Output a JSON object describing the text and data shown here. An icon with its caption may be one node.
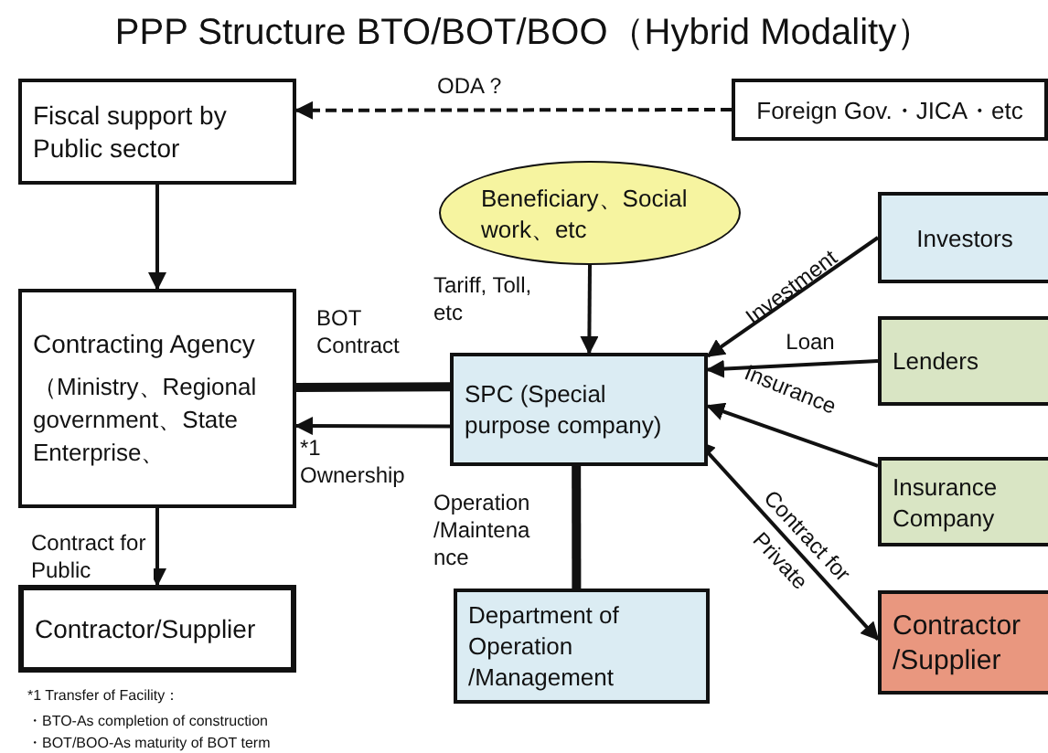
{
  "diagram": {
    "title": "PPP Structure BTO/BOT/BOO（Hybrid Modality）",
    "nodes": [
      {
        "text": [
          "Fiscal support by Public sector"
        ]
      },
      {
        "text": [
          "Foreign Gov.・JICA・etc"
        ]
      },
      {
        "text": [
          "Beneficiary、Social work、etc"
        ]
      },
      {
        "text": [
          "Investors"
        ]
      },
      {
        "text": [
          "Contracting Agency",
          "（Ministry、Regional government、State Enterprise、"
        ]
      },
      {
        "text": [
          "SPC (Special purpose company)"
        ]
      },
      {
        "text": [
          "Lenders"
        ]
      },
      {
        "text": [
          "Insurance Company"
        ]
      },
      {
        "text": [
          "Contractor/Supplier"
        ]
      },
      {
        "text": [
          "Department of Operation /Management"
        ]
      },
      {
        "text": [
          "Contractor /Supplier"
        ]
      }
    ],
    "edges": [
      {
        "from": 1,
        "to": 0,
        "arrow": "to",
        "label": "ODA？",
        "style": "dashed"
      },
      {
        "from": 0,
        "to": 4,
        "arrow": "to"
      },
      {
        "from": 2,
        "to": 5,
        "arrow": "to",
        "label": "Tariff, Toll, etc"
      },
      {
        "from": 4,
        "to": 5,
        "arrow": "none",
        "label": "BOT Contract",
        "style": "thick"
      },
      {
        "from": 5,
        "to": 4,
        "arrow": "to",
        "label": "*1 Ownership"
      },
      {
        "from": 4,
        "to": 8,
        "arrow": "to",
        "label": "Contract for Public"
      },
      {
        "from": 5,
        "to": 9,
        "arrow": "none",
        "label": "Operation /Maintenance",
        "style": "thick"
      },
      {
        "from": 3,
        "to": 5,
        "arrow": "to",
        "label": "Investment"
      },
      {
        "from": 6,
        "to": 5,
        "arrow": "to",
        "label": "Loan"
      },
      {
        "from": 7,
        "to": 5,
        "arrow": "to",
        "label": "Insurance"
      },
      {
        "from": 5,
        "to": 10,
        "arrow": "both",
        "label": "Contract for Private"
      }
    ],
    "labels": [
      "*1 Transfer of Facility：",
      "・BTO-As completion of construction",
      "・BOT/BOO-As maturity of BOT term"
    ]
  }
}
